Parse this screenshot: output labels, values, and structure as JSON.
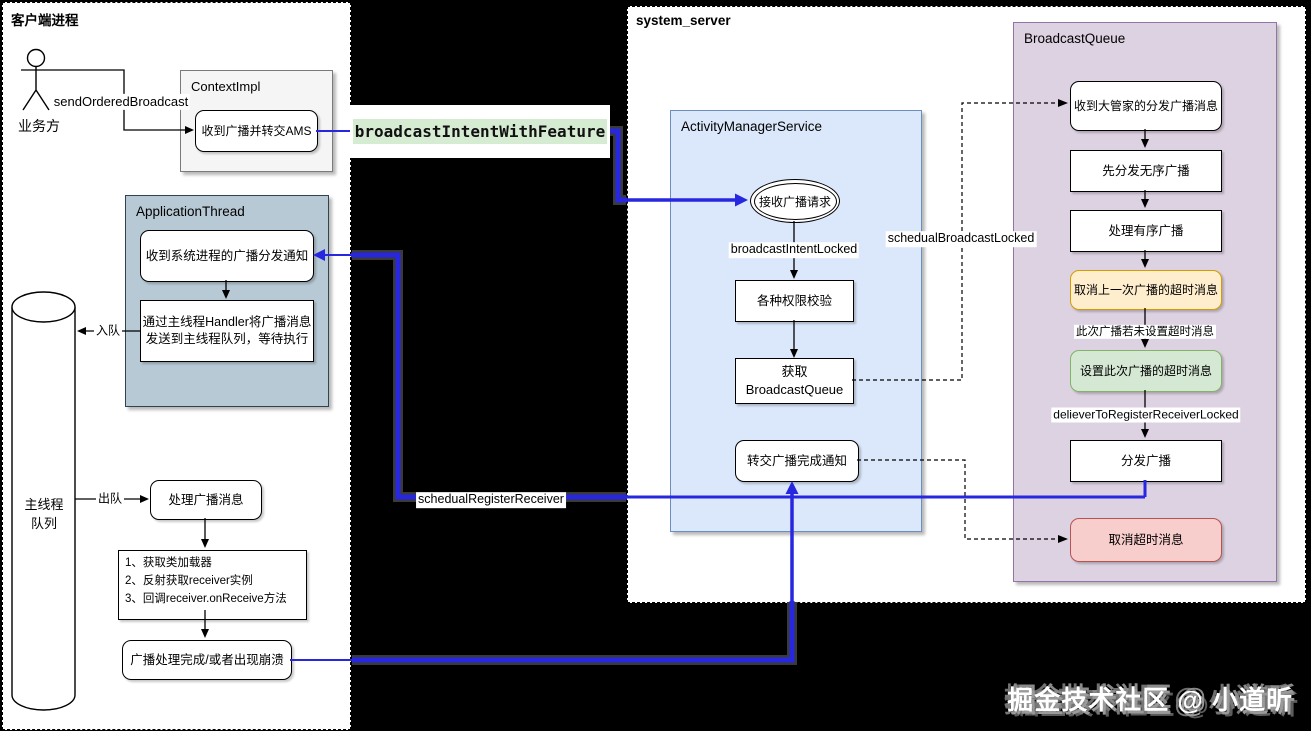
{
  "colors": {
    "background": "#000000",
    "accent_blue_line": "#2727e0",
    "line_halo_gray": "#3a3a3a",
    "ams_fill": "#dbe8fb",
    "ams_border": "#6c8ebf",
    "broadcast_queue_fill": "#ddd2e2",
    "broadcast_queue_border": "#9673a6",
    "appthread_fill": "#b7c9d5",
    "orange_fill": "#ffeecd",
    "orange_border": "#d79b00",
    "green_fill": "#d5e8d4",
    "green_border": "#82b366",
    "red_fill": "#f8cecc",
    "red_border": "#b85450",
    "green_highlight": "#d6ecd2"
  },
  "client": {
    "title": "客户端进程",
    "actor_label": "业务方",
    "send_label": "sendOrderedBroadcast",
    "contextimpl": {
      "title": "ContextImpl",
      "node": "收到广播并转交AMS"
    },
    "appthread": {
      "title": "ApplicationThread",
      "node1": "收到系统进程的广播分发通知",
      "node2_line1": "通过主线程Handler将广播消息",
      "node2_line2": "发送到主线程队列，等待执行"
    },
    "enqueue_label": "入队",
    "dequeue_label": "出队",
    "queue_line1": "主线程",
    "queue_line2": "队列",
    "handle_node": "处理广播消息",
    "steps": [
      "1、获取类加载器",
      "2、反射获取receiver实例",
      "3、回调receiver.onReceive方法"
    ],
    "finish_node": "广播处理完成/或者出现崩溃"
  },
  "bridge": {
    "broadcast_intent_with_feature": "broadcastIntentWithFeature",
    "schedual_register_receiver": "schedualRegisterReceiver"
  },
  "server": {
    "title": "system_server",
    "ams": {
      "title": "ActivityManagerService",
      "ellipse": "接收广播请求",
      "broadcast_intent_locked": "broadcastIntentLocked",
      "perm_node": "各种权限校验",
      "get_queue_line1": "获取",
      "get_queue_line2": "BroadcastQueue",
      "finish_notify_node": "转交广播完成通知"
    },
    "schedual_broadcast_locked": "schedualBroadcastLocked",
    "bq": {
      "title": "BroadcastQueue",
      "node1": "收到大管家的分发广播消息",
      "node2": "先分发无序广播",
      "node3": "处理有序广播",
      "node4": "取消上一次广播的超时消息",
      "edge_label1": "此次广播若未设置超时消息",
      "node5": "设置此次广播的超时消息",
      "edge_label2": "delieverToRegisterReceiverLocked",
      "node6": "分发广播",
      "node7": "取消超时消息"
    }
  },
  "watermark": "掘金技术社区 @ 小道昕"
}
